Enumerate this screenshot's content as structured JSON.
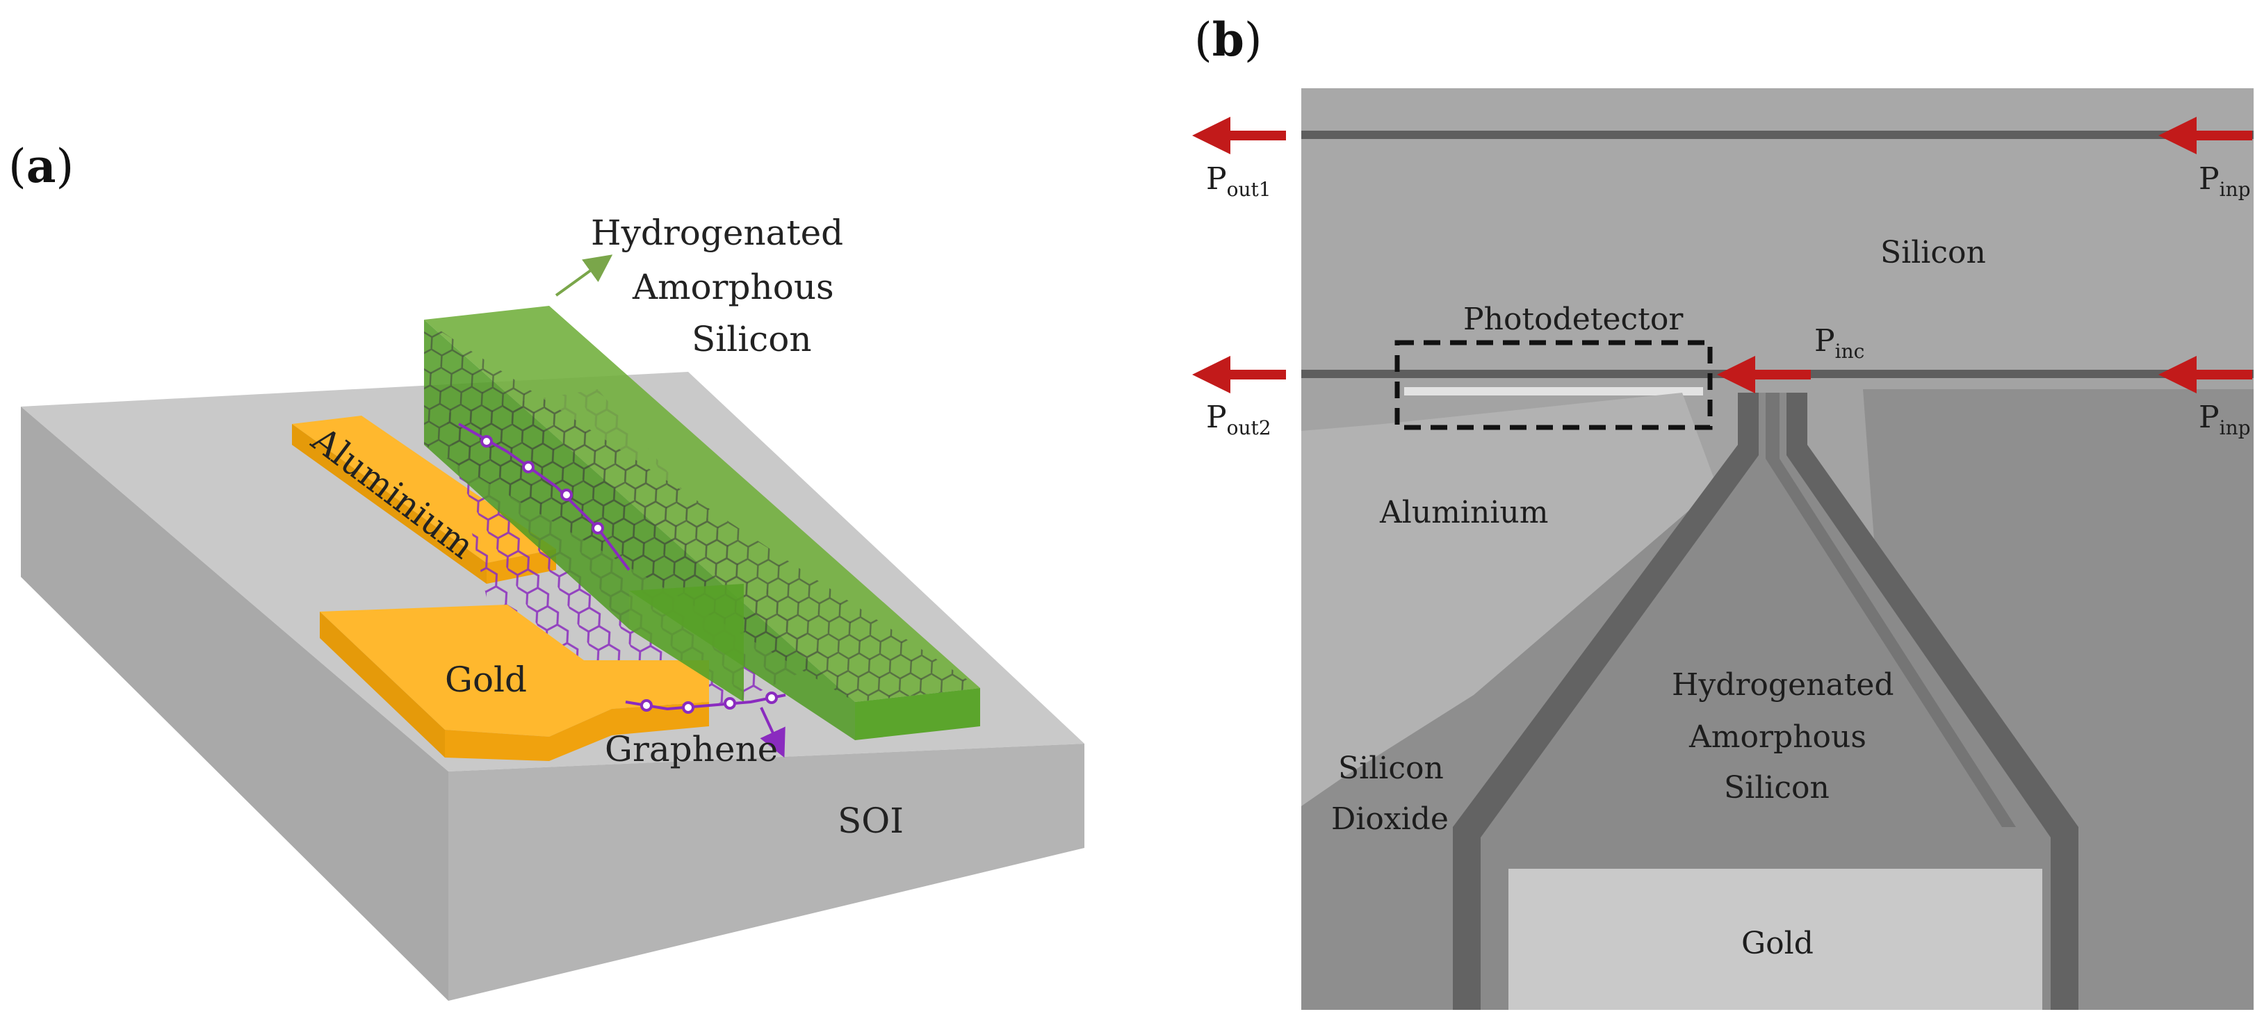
{
  "panel_a": {
    "panel_label_open": "(",
    "panel_label_letter": "a",
    "panel_label_close": ")",
    "labels": {
      "hydrogenated_line1": "Hydrogenated",
      "hydrogenated_line2": "Amorphous",
      "hydrogenated_line3": "Silicon",
      "aluminium": "Aluminium",
      "gold": "Gold",
      "graphene": "Graphene",
      "soi": "SOI"
    },
    "colors": {
      "substrate_top": "#c9c9c9",
      "substrate_front": "#b1b1b1",
      "substrate_side": "#9b9b9b",
      "metal_top": "#ffb82e",
      "metal_front": "#f0a20e",
      "silicon_top": "#6fae3a",
      "silicon_front": "#4f9a22",
      "graphene": "#8a2bbf",
      "arrow_green": "#7aa64a"
    }
  },
  "panel_b": {
    "panel_label_open": "(",
    "panel_label_letter": "b",
    "panel_label_close": ")",
    "labels": {
      "silicon": "Silicon",
      "photodetector": "Photodetector",
      "aluminium": "Aluminium",
      "hydrogenated_line1": "Hydrogenated",
      "hydrogenated_line2": "Amorphous",
      "hydrogenated_line3": "Silicon",
      "silicon_dioxide_line1": "Silicon",
      "silicon_dioxide_line2": "Dioxide",
      "gold": "Gold"
    },
    "power_labels": {
      "p_out1_main": "P",
      "p_out1_sub": "out1",
      "p_out2_main": "P",
      "p_out2_sub": "out2",
      "p_inp_top_main": "P",
      "p_inp_top_sub": "inp",
      "p_inp_bottom_main": "P",
      "p_inp_bottom_sub": "inp",
      "p_inc_main": "P",
      "p_inc_sub": "inc"
    },
    "colors": {
      "arrow_red": "#c21a1a",
      "sem_background": "#9d9d9d",
      "sem_dark": "#6f6f6f",
      "sem_light": "#c9c9c9",
      "detector_box": "#111111"
    }
  }
}
